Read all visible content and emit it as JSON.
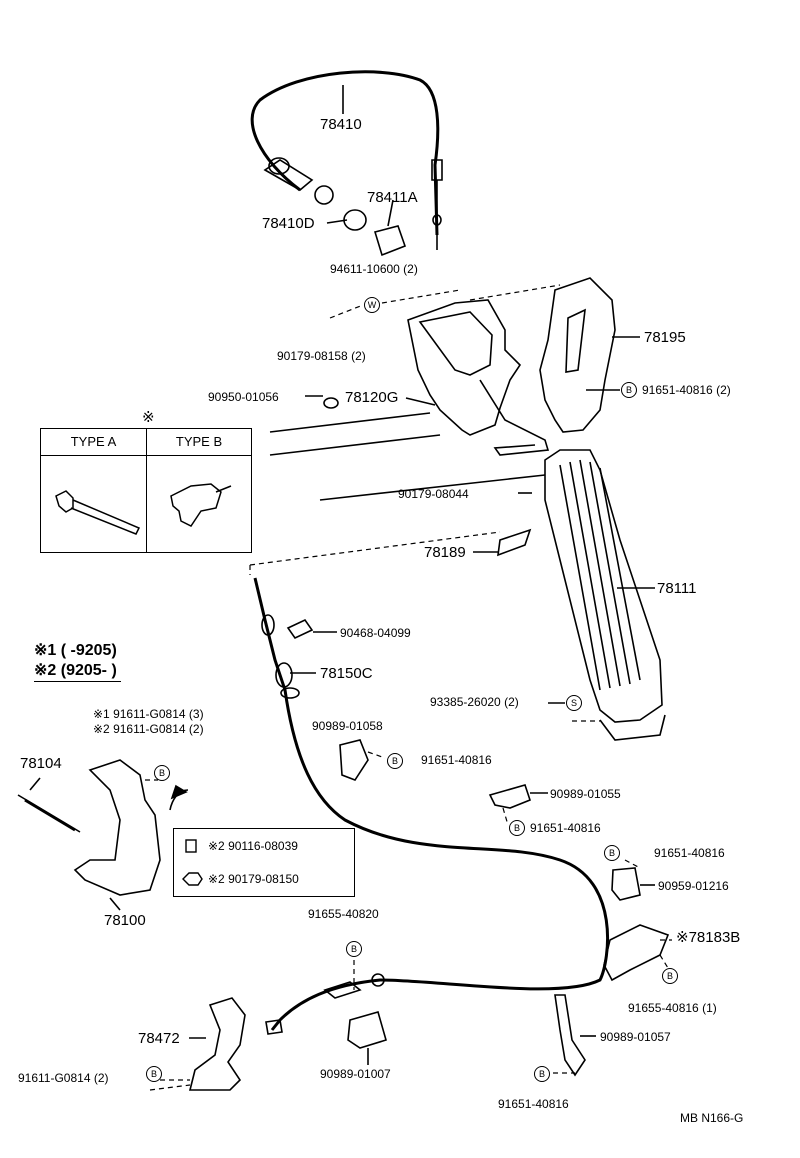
{
  "parts": {
    "p78410": "78410",
    "p78411A": "78411A",
    "p78410D": "78410D",
    "p94611": "94611-10600 (2)",
    "p90179_08158": "90179-08158 (2)",
    "p78195": "78195",
    "p91651_40816_2": "91651-40816 (2)",
    "p90950": "90950-01056",
    "p78120G": "78120G",
    "p90179_08044": "90179-08044",
    "p78189": "78189",
    "p78111": "78111",
    "p90468": "90468-04099",
    "p78150C": "78150C",
    "p93385": "93385-26020 (2)",
    "p90989_01058": "90989-01058",
    "p91651_40816_a": "91651-40816",
    "p90989_01055": "90989-01055",
    "p91651_40816_b": "91651-40816",
    "p91651_40816_c": "91651-40816",
    "p90959": "90959-01216",
    "p78183B": "78183B",
    "p91655_40816": "91655-40816 (1)",
    "p91655_40820": "91655-40820",
    "p90989_01057": "90989-01057",
    "p90989_01007": "90989-01007",
    "p91651_40816_d": "91651-40816",
    "p78472": "78472",
    "p91611_G0814_2": "91611-G0814 (2)",
    "p78104": "78104",
    "p78100": "78100",
    "p91611_note1": "91611-G0814 (3)",
    "p91611_note2": "91611-G0814 (2)",
    "p90116": "90116-08039",
    "p90179_08150": "90179-08150"
  },
  "marks": {
    "ref": "※",
    "ref1": "※1",
    "ref2": "※2",
    "w": "W",
    "b": "B",
    "s": "S"
  },
  "types": {
    "a": "TYPE  A",
    "b": "TYPE  B"
  },
  "legend": {
    "line1": "※1 (        -9205)",
    "line2": "※2 (9205-         )"
  },
  "code": "MB  N166-G"
}
